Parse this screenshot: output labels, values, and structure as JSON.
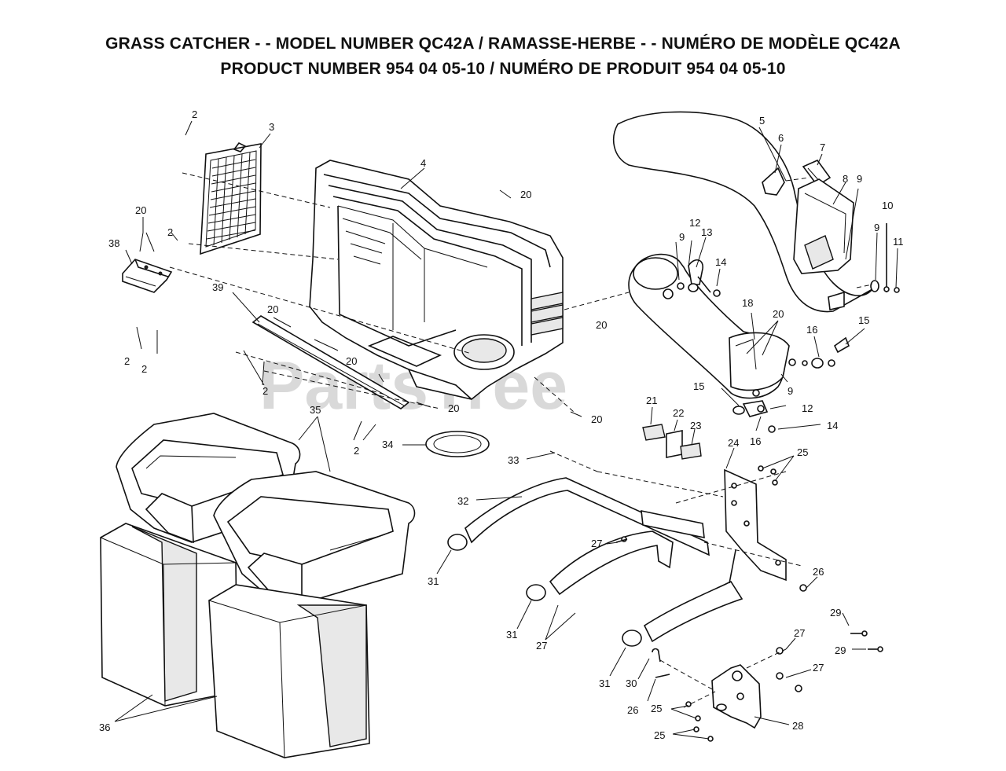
{
  "title": {
    "line1": "GRASS CATCHER - - MODEL NUMBER QC42A / RAMASSE-HERBE - - NUMÉRO DE MODÈLE QC42A",
    "line2": "PRODUCT NUMBER 954 04 05-10 / NUMÉRO DE PRODUIT 954 04 05-10"
  },
  "watermark": "PartsTree",
  "labels": {
    "p2a": "2",
    "p3": "3",
    "p4": "4",
    "p5": "5",
    "p6": "6",
    "p7": "7",
    "p8": "8",
    "p9a": "9",
    "p10": "10",
    "p9b": "9",
    "p11": "11",
    "p20a": "20",
    "p2b": "2",
    "p38": "38",
    "p20b": "20",
    "p12a": "12",
    "p9c": "9",
    "p13": "13",
    "p14a": "14",
    "p39": "39",
    "p20c": "20",
    "p20d": "20",
    "p18": "18",
    "p20e": "20",
    "p15a": "15",
    "p16a": "16",
    "p2c": "2",
    "p2d": "2",
    "p20f": "20",
    "p2e": "2",
    "p9d": "9",
    "p15b": "15",
    "p12b": "12",
    "p20g": "20",
    "p20h": "20",
    "p35": "35",
    "p21": "21",
    "p22": "22",
    "p23": "23",
    "p16b": "16",
    "p14b": "14",
    "p2f": "2",
    "p34": "34",
    "p33": "33",
    "p24": "24",
    "p25a": "25",
    "p32": "32",
    "p27a": "27",
    "p26a": "26",
    "p31a": "31",
    "p29a": "29",
    "p31b": "31",
    "p27b": "27",
    "p27c": "27",
    "p29b": "29",
    "p27d": "27",
    "p31c": "31",
    "p30": "30",
    "p26b": "26",
    "p25b": "25",
    "p28": "28",
    "p36": "36",
    "p25c": "25"
  }
}
